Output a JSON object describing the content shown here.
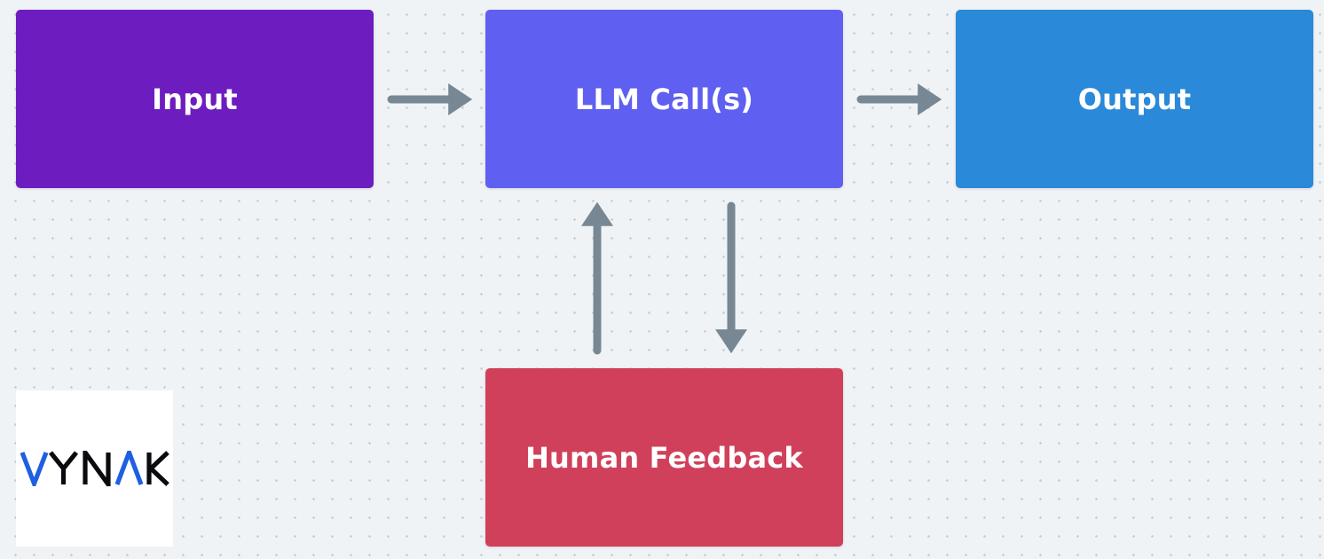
{
  "diagram": {
    "nodes": {
      "input": {
        "label": "Input",
        "color": "#6d1dbf"
      },
      "llm": {
        "label": "LLM Call(s)",
        "color": "#5f5ff1"
      },
      "output": {
        "label": "Output",
        "color": "#2a89d8"
      },
      "feedback": {
        "label": "Human Feedback",
        "color": "#d1405b"
      }
    },
    "edges": [
      {
        "from": "Input",
        "to": "LLM Call(s)"
      },
      {
        "from": "LLM Call(s)",
        "to": "Output"
      },
      {
        "from": "Human Feedback",
        "to": "LLM Call(s)"
      },
      {
        "from": "LLM Call(s)",
        "to": "Human Feedback"
      }
    ],
    "arrow_color": "#778894"
  },
  "logo": {
    "text": "VYNAK",
    "icon": "vynak-logo",
    "accent_color": "#1f5fe0",
    "text_color": "#0b0b0f"
  }
}
